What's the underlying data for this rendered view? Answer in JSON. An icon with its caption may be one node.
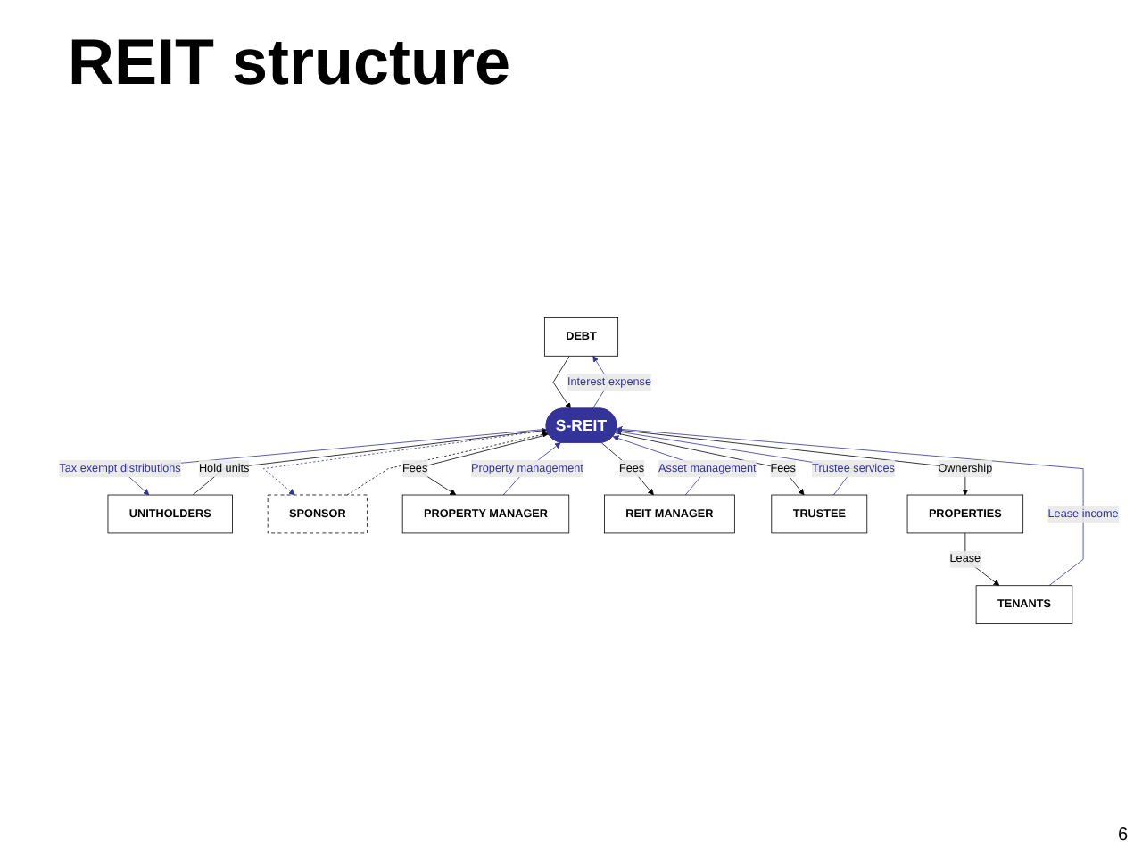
{
  "diagram": {
    "title": "REIT structure",
    "nodes": [
      {
        "text": [
          "DEBT"
        ]
      },
      {
        "text": [
          "UNITHOLDERS"
        ]
      },
      {
        "text": [
          "SPONSOR"
        ]
      },
      {
        "text": [
          "S-REIT"
        ]
      },
      {
        "text": [
          "PROPERTY MANAGER"
        ]
      },
      {
        "text": [
          "REIT MANAGER"
        ]
      },
      {
        "text": [
          "TRUSTEE"
        ]
      },
      {
        "text": [
          "PROPERTIES"
        ]
      },
      {
        "text": [
          "TENANTS"
        ]
      }
    ],
    "edges": [
      {
        "from": 0,
        "to": 3,
        "arrow": "to"
      },
      {
        "from": 3,
        "to": 0,
        "arrow": "to",
        "label": "Interest expense",
        "color": "#333399"
      },
      {
        "from": 1,
        "to": 3,
        "arrow": "to",
        "label": "Hold units"
      },
      {
        "from": 3,
        "to": 1,
        "arrow": "to",
        "label": "Tax exempt distributions",
        "color": "#333399"
      },
      {
        "from": 2,
        "to": 3,
        "arrow": "to",
        "style": "dashed"
      },
      {
        "from": 3,
        "to": 2,
        "arrow": "to",
        "style": "dashed",
        "color": "#333399"
      },
      {
        "from": 4,
        "to": 3,
        "arrow": "to",
        "label": "Property management",
        "color": "#333399"
      },
      {
        "from": 3,
        "to": 4,
        "arrow": "to",
        "label": "Fees"
      },
      {
        "from": 5,
        "to": 3,
        "arrow": "to",
        "label": "Asset management",
        "color": "#333399"
      },
      {
        "from": 3,
        "to": 5,
        "arrow": "to",
        "label": "Fees"
      },
      {
        "from": 6,
        "to": 3,
        "arrow": "to",
        "label": "Trustee services",
        "color": "#333399"
      },
      {
        "from": 3,
        "to": 6,
        "arrow": "to",
        "label": "Fees"
      },
      {
        "from": 3,
        "to": 7,
        "arrow": "to",
        "label": "Ownership"
      },
      {
        "from": 7,
        "to": 8,
        "arrow": "to",
        "label": "Lease"
      },
      {
        "from": 8,
        "to": 3,
        "arrow": "to",
        "label": "Lease income",
        "color": "#333399"
      }
    ],
    "labels": [
      "6"
    ]
  }
}
